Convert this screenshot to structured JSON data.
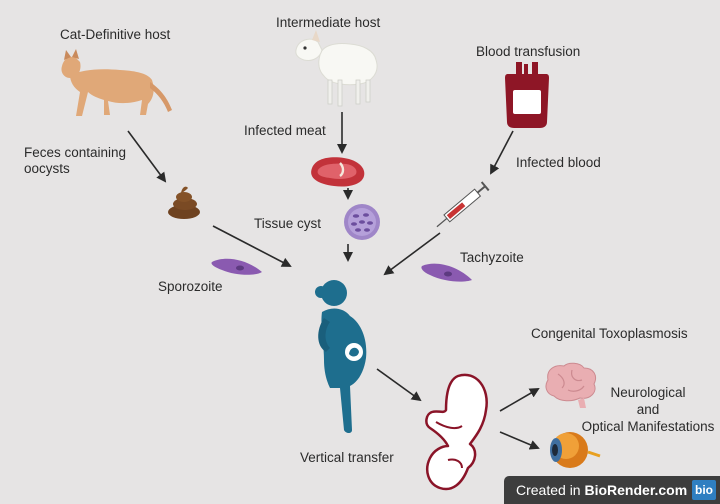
{
  "labels": {
    "cat_host": "Cat-Definitive host",
    "intermediate_host": "Intermediate host",
    "blood_transfusion": "Blood transfusion",
    "infected_meat": "Infected meat",
    "feces_line1": "Feces containing",
    "feces_line2": "oocysts",
    "infected_blood": "Infected blood",
    "tissue_cyst": "Tissue cyst",
    "tachyzoite": "Tachyzoite",
    "sporozoite": "Sporozoite",
    "congenital": "Congenital Toxoplasmosis",
    "neuro_line1": "Neurological",
    "neuro_line2": "and",
    "neuro_line3": "Optical Manifestations",
    "vertical_transfer": "Vertical transfer"
  },
  "badge": {
    "prefix": "Created in ",
    "brand": "BioRender.com",
    "logo": "bio"
  },
  "icons": [
    "cat-icon",
    "lamb-icon",
    "blood-bag-icon",
    "meat-icon",
    "feces-icon",
    "syringe-icon",
    "tissue-cyst-icon",
    "sporozoite-icon",
    "tachyzoite-icon",
    "pregnant-woman-icon",
    "fetus-icon",
    "brain-icon",
    "eye-icon"
  ],
  "colors": {
    "background": "#e6e4e4",
    "woman": "#1e6e8e",
    "cat": "#e0a878",
    "parasite": "#8a5ab0",
    "blood": "#8e1626"
  }
}
